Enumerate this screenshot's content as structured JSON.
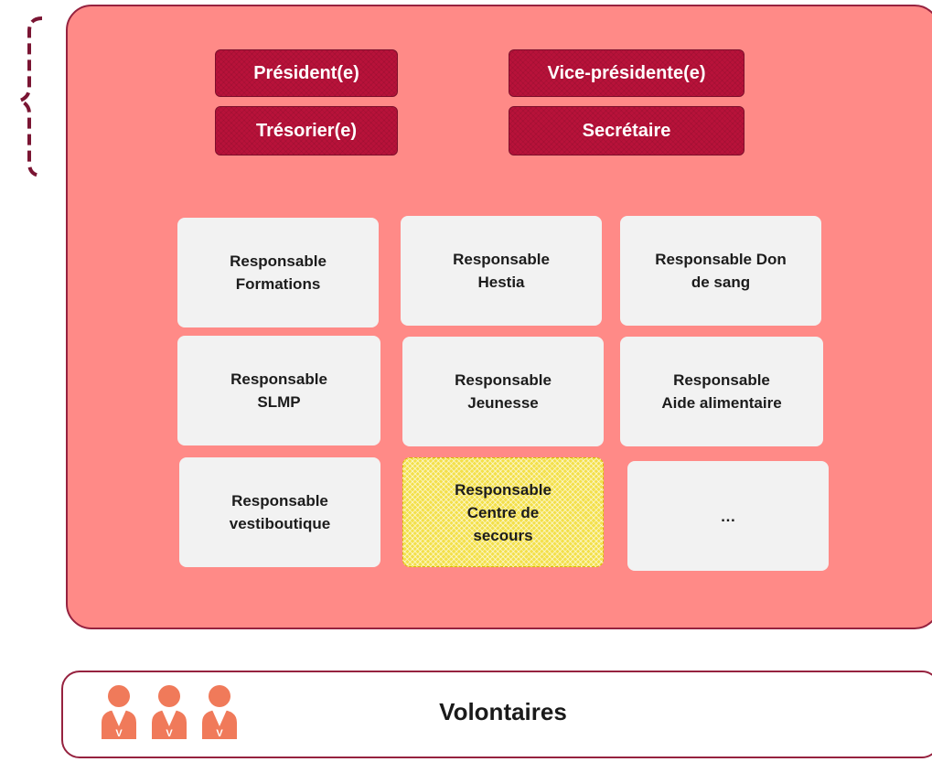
{
  "bureau": {
    "roles": [
      "Président(e)",
      "Vice-présidente(e)",
      "Trésorier(e)",
      "Secrétaire"
    ]
  },
  "responsables": [
    {
      "lines": [
        "Responsable",
        "Formations"
      ]
    },
    {
      "lines": [
        "Responsable",
        "Hestia"
      ]
    },
    {
      "lines": [
        "Responsable Don",
        "de sang"
      ]
    },
    {
      "lines": [
        "Responsable",
        "SLMP"
      ]
    },
    {
      "lines": [
        "Responsable",
        "Jeunesse"
      ]
    },
    {
      "lines": [
        "Responsable",
        "Aide alimentaire"
      ]
    },
    {
      "lines": [
        "Responsable",
        "vestiboutique"
      ]
    },
    {
      "lines": [
        "Responsable",
        "Centre de",
        "secours"
      ]
    },
    {
      "lines": [
        "…"
      ]
    }
  ],
  "volunteers": {
    "label": "Volontaires",
    "badge_letter": "V",
    "count_icons": 3
  },
  "colors": {
    "panel_fill": "#ff8a87",
    "panel_border": "#96223f",
    "role_fill": "#b8123a",
    "card_fill": "#f2f2f2",
    "highlight_fill": "#f3e04a",
    "person_fill": "#f07a5a"
  }
}
